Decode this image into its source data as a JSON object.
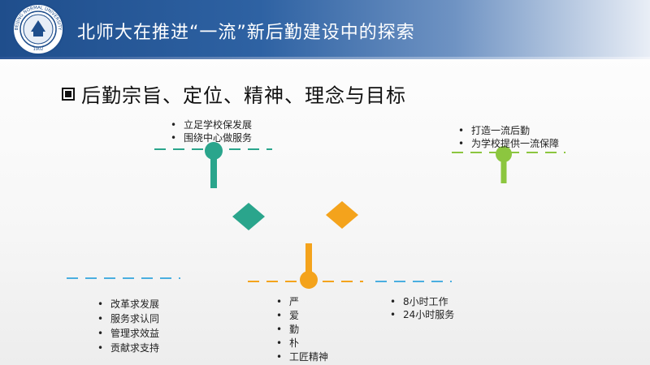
{
  "header": {
    "title": "北师大在推进“一流”新后勤建设中的探索",
    "logo_text_top": "BEIJING NORMAL UNIVERSITY",
    "logo_year": "1902"
  },
  "section": {
    "title": "后勤宗旨、定位、精神、理念与目标"
  },
  "groups": {
    "purpose": {
      "items": [
        "立足学校保发展",
        "围绕中心做服务"
      ],
      "color": "#2aa58c"
    },
    "goal": {
      "items": [
        "打造一流后勤",
        "为学校提供一流保障"
      ],
      "color": "#8cc63f"
    },
    "position": {
      "items": [
        "改革求发展",
        "服务求认同",
        "管理求效益",
        "贡献求支持"
      ],
      "color": "#4aaee0"
    },
    "spirit": {
      "items": [
        "严",
        "爱",
        "勤",
        "朴",
        "工匠精神"
      ],
      "color": "#f4a31c"
    },
    "idea": {
      "items": [
        "8小时工作",
        "24小时服务"
      ],
      "color": "#4aaee0"
    }
  },
  "colors": {
    "teal": "#2aa58c",
    "orange": "#f4a31c",
    "green": "#8cc63f",
    "blue": "#4aaee0",
    "header_blue": "#1f4e8c"
  }
}
